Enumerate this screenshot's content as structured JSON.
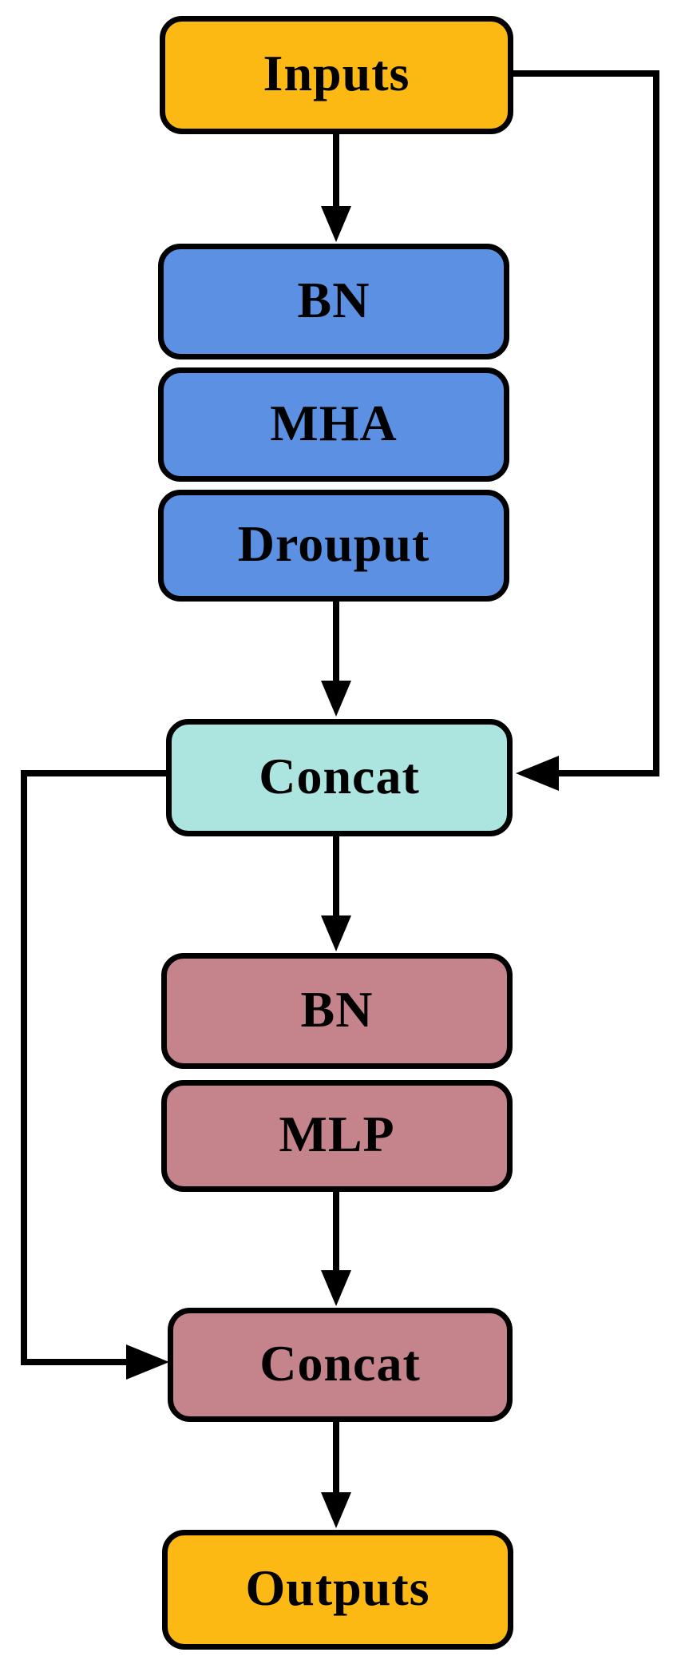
{
  "diagram": {
    "background_color": "#ffffff",
    "line_color": "#000000",
    "text_color": "#000000",
    "node_colors": {
      "gold": "#FCB813",
      "blue": "#5B90E2",
      "cyan": "#ACE5E0",
      "mauve": "#C5848C"
    },
    "nodes": [
      {
        "id": "inputs",
        "label": "Inputs",
        "color": "#FCB813"
      },
      {
        "id": "bn-1",
        "label": "BN",
        "color": "#5B90E2"
      },
      {
        "id": "mha",
        "label": "MHA",
        "color": "#5B90E2"
      },
      {
        "id": "dropout",
        "label": "Drouput",
        "color": "#5B90E2"
      },
      {
        "id": "concat-1",
        "label": "Concat",
        "color": "#ACE5E0"
      },
      {
        "id": "bn-2",
        "label": "BN",
        "color": "#C5848C"
      },
      {
        "id": "mlp",
        "label": "MLP",
        "color": "#C5848C"
      },
      {
        "id": "concat-2",
        "label": "Concat",
        "color": "#C5848C"
      },
      {
        "id": "outputs",
        "label": "Outputs",
        "color": "#FCB813"
      }
    ]
  }
}
